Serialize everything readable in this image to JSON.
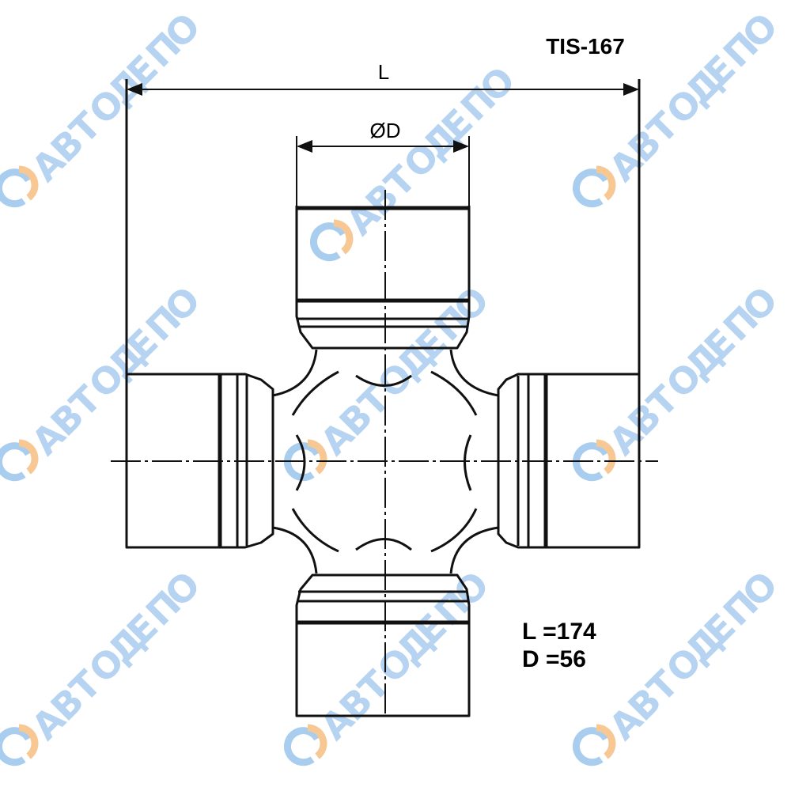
{
  "part_number": "TIS-167",
  "dimension_labels": {
    "length": "L",
    "diameter": "ØD"
  },
  "specs": [
    {
      "text": "L =174"
    },
    {
      "text": "D =56"
    }
  ],
  "watermark": {
    "text": "АВТОДЕПО",
    "colors": {
      "text": "#a9cdee",
      "logo_accent": "#f7c894"
    }
  }
}
